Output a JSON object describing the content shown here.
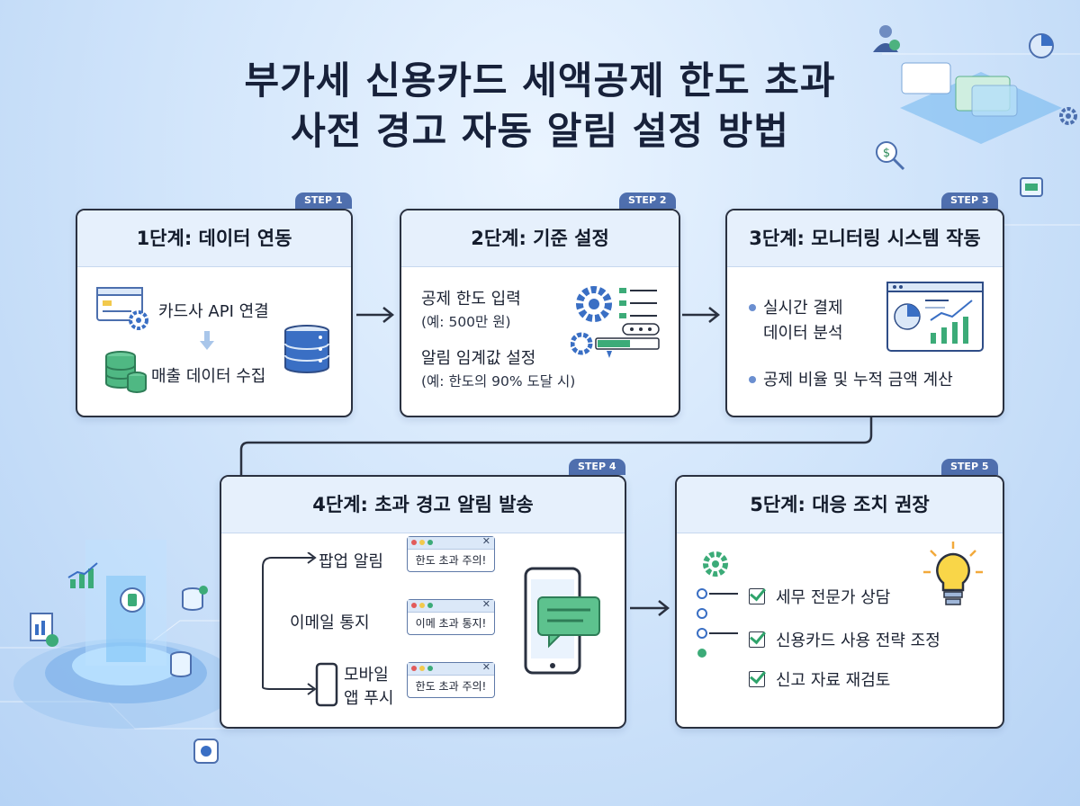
{
  "title": {
    "line1": "부가세 신용카드 세액공제 한도 초과",
    "line2": "사전 경고 자동 알림 설정 방법"
  },
  "steps": [
    {
      "tag": "STEP 1",
      "heading": "1단계: 데이터 연동",
      "items": [
        "카드사 API 연결",
        "매출 데이터 수집"
      ]
    },
    {
      "tag": "STEP 2",
      "heading": "2단계: 기준 설정",
      "items": [
        "공제 한도 입력",
        "(예: 500만 원)",
        "알림 임계값 설정",
        "(예: 한도의 90% 도달 시)"
      ]
    },
    {
      "tag": "STEP 3",
      "heading": "3단계: 모니터링 시스템 작동",
      "items": [
        "실시간 결제",
        "데이터 분석",
        "공제 비율 및 누적 금액 계산"
      ]
    },
    {
      "tag": "STEP 4",
      "heading": "4단계: 초과 경고 알림 발송",
      "channels": [
        "팝업 알림",
        "이메일 통지",
        "모바일",
        "앱 푸시"
      ],
      "notifications": [
        "한도 초과 주의!",
        "이메 초과 통지!",
        "한도 초과 주의!"
      ]
    },
    {
      "tag": "STEP 5",
      "heading": "5단계: 대응 조치 권장",
      "items": [
        "세무 전문가 상담",
        "신용카드 사용 전략 조정",
        "신고 자료 재검토"
      ]
    }
  ],
  "icons": {
    "notif_close": "✕"
  },
  "colors": {
    "card_head_bg": "#e6f0fc",
    "step_tag": "#4f6fae",
    "accent_blue": "#3a6fc4",
    "accent_green": "#3cab78"
  }
}
